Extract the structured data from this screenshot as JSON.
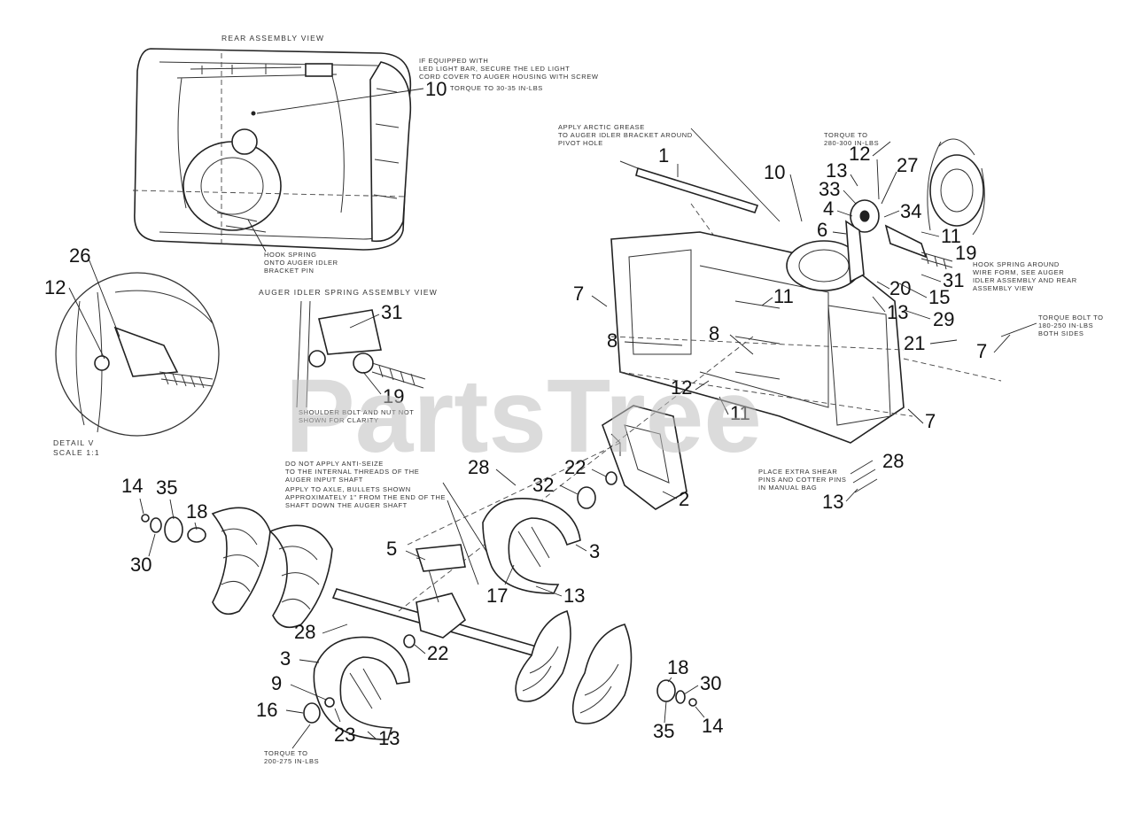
{
  "watermark": "PartsTree",
  "views": {
    "rear_title": "REAR ASSEMBLY VIEW",
    "idler_title": "AUGER IDLER SPRING ASSEMBLY VIEW",
    "detail_title": "DETAIL V",
    "detail_scale": "SCALE 1:1"
  },
  "notes": {
    "led_1": "IF EQUIPPED WITH",
    "led_2": "LED LIGHT BAR, SECURE THE LED LIGHT",
    "led_3": "CORD COVER TO AUGER HOUSING WITH SCREW",
    "torque10": "TORQUE TO 30-35 IN-LBS",
    "hook_1": "HOOK SPRING",
    "hook_2": "ONTO AUGER IDLER",
    "hook_3": "BRACKET PIN",
    "shoulder_1": "SHOULDER BOLT AND NUT NOT",
    "shoulder_2": "SHOWN FOR CLARITY",
    "grease_1": "APPLY ARCTIC GREASE",
    "grease_2": "TO AUGER IDLER BRACKET AROUND",
    "grease_3": "PIVOT HOLE",
    "torque12_1": "TORQUE TO",
    "torque12_2": "280-300 IN-LBS",
    "hookspring_1": "HOOK SPRING AROUND",
    "hookspring_2": "WIRE FORM, SEE AUGER",
    "hookspring_3": "IDLER ASSEMBLY AND REAR",
    "hookspring_3b": "ASSEMBLY VIEW",
    "torque7_1": "TORQUE BOLT TO",
    "torque7_2": "180-250 IN-LBS",
    "torque7_3": "BOTH SIDES",
    "antiseize_1": "DO NOT APPLY ANTI-SEIZE",
    "antiseize_2": "TO THE INTERNAL THREADS OF THE",
    "antiseize_3": "AUGER INPUT SHAFT",
    "antiseize_4": "APPLY TO AXLE, BULLETS SHOWN",
    "antiseize_5": "APPROXIMATELY 1\" FROM THE END OF THE",
    "antiseize_6": "SHAFT DOWN THE AUGER SHAFT",
    "shear_1": "PLACE EXTRA SHEAR",
    "shear_2": "PINS AND COTTER PINS",
    "shear_3": "IN MANUAL BAG",
    "torque16_1": "TORQUE TO",
    "torque16_2": "200-275 IN-LBS"
  },
  "callouts": {
    "n1": "1",
    "n2": "2",
    "n3a": "3",
    "n3b": "3",
    "n4": "4",
    "n5": "5",
    "n6": "6",
    "n7a": "7",
    "n7b": "7",
    "n7c": "7",
    "n8a": "8",
    "n8b": "8",
    "n9": "9",
    "n10a": "10",
    "n10b": "10",
    "n11a": "11",
    "n11b": "11",
    "n11c": "11",
    "n12a": "12",
    "n12b": "12",
    "n12c": "12",
    "n13a": "13",
    "n13b": "13",
    "n13c": "13",
    "n13d": "13",
    "n13e": "13",
    "n14a": "14",
    "n14b": "14",
    "n15": "15",
    "n16": "16",
    "n17": "17",
    "n18a": "18",
    "n18b": "18",
    "n19a": "19",
    "n19b": "19",
    "n20": "20",
    "n21": "21",
    "n22a": "22",
    "n22b": "22",
    "n23": "23",
    "n26": "26",
    "n27": "27",
    "n28a": "28",
    "n28b": "28",
    "n28c": "28",
    "n29": "29",
    "n30a": "30",
    "n30b": "30",
    "n31a": "31",
    "n31b": "31",
    "n32": "32",
    "n33": "33",
    "n34": "34",
    "n35a": "35",
    "n35b": "35"
  },
  "colors": {
    "line": "#222222",
    "watermark": "#bdbdbd",
    "background": "#ffffff"
  }
}
